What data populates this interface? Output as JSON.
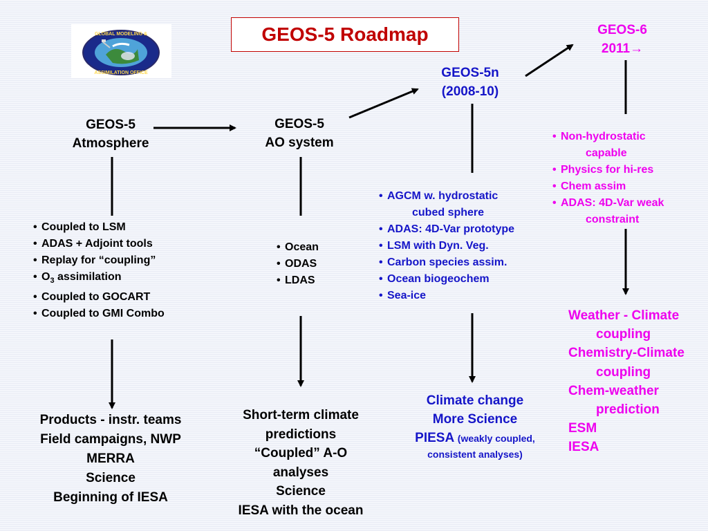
{
  "title": "GEOS-5 Roadmap",
  "logo": {
    "text_top": "GLOBAL MODELING &",
    "text_bottom": "ASSIMILATION OFFICE"
  },
  "nodes": {
    "atmosphere": {
      "line1": "GEOS-5",
      "line2": "Atmosphere"
    },
    "ao_system": {
      "line1": "GEOS-5",
      "line2": "AO system"
    },
    "geos5n": {
      "line1": "GEOS-5n",
      "line2": "(2008-10)"
    },
    "geos6": {
      "line1": "GEOS-6",
      "line2": "2011"
    }
  },
  "bullets_col1": [
    "Coupled to LSM",
    "ADAS + Adjoint tools",
    "Replay for “coupling”",
    "assimilation",
    "Coupled to GOCART",
    "Coupled to GMI Combo"
  ],
  "o3": {
    "o": "O",
    "sub": "3"
  },
  "bullets_col2": [
    "Ocean",
    "ODAS",
    "LDAS"
  ],
  "bullets_col3": [
    {
      "main": "AGCM w. hydrostatic",
      "cont": "cubed sphere"
    },
    {
      "main": "ADAS: 4D-Var prototype"
    },
    {
      "main": "LSM with Dyn. Veg."
    },
    {
      "main": "Carbon species assim."
    },
    {
      "main": "Ocean biogeochem"
    },
    {
      "main": "Sea-ice"
    }
  ],
  "bullets_col4": [
    {
      "main": "Non-hydrostatic",
      "cont": "capable"
    },
    {
      "main": "Physics for hi-res"
    },
    {
      "main": "Chem assim"
    },
    {
      "main": "ADAS: 4D-Var weak",
      "cont": "constraint"
    }
  ],
  "outcomes": {
    "col1": [
      "Products - instr. teams",
      "Field campaigns, NWP",
      "MERRA",
      "Science",
      "Beginning of IESA"
    ],
    "col2": [
      "Short-term climate",
      "predictions",
      "“Coupled” A-O",
      "analyses",
      "Science",
      "IESA with the ocean"
    ],
    "col3": {
      "line1": "Climate change",
      "line2": "More Science",
      "piesa": "PIESA",
      "paren1": "(weakly coupled,",
      "paren2": "consistent analyses)"
    },
    "col4": {
      "l1": "Weather - Climate",
      "l1b": "coupling",
      "l2": "Chemistry-Climate",
      "l2b": "coupling",
      "l3": "Chem-weather",
      "l3b": "prediction",
      "l4": "ESM",
      "l5": "IESA"
    }
  },
  "colors": {
    "title_red": "#c00000",
    "blue": "#1515c8",
    "magenta": "#ee00ee"
  }
}
